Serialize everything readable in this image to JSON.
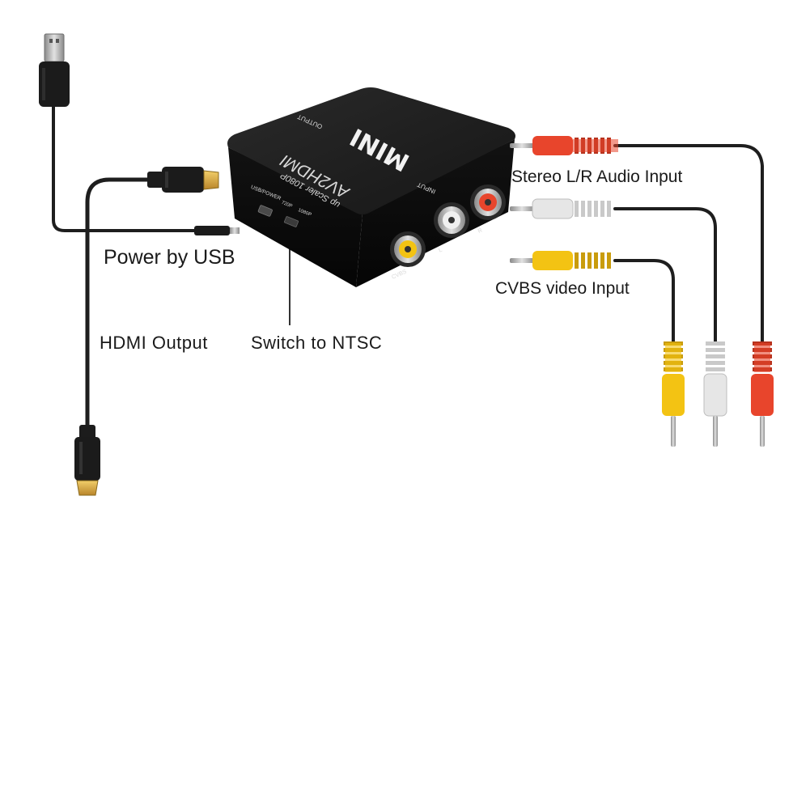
{
  "device": {
    "brand": "MINI",
    "model": "AV2HDMI",
    "subtitle": "up Scaler 1080P",
    "output_label": "OUTPUT",
    "input_label": "INPUT",
    "usb_power_label": "USB/POWER",
    "res_720_label": "720P",
    "res_1080_label": "1080P",
    "cvbs_port_label": "CVBS",
    "l_port_label": "L",
    "r_port_label": "R",
    "body_color": "#1c1c1c"
  },
  "callouts": {
    "stereo_audio": "Stereo L/R Audio Input",
    "cvbs_video": "CVBS video Input",
    "power_usb": "Power by USB",
    "hdmi_output": "HDMI Output",
    "switch_ntsc": "Switch to NTSC"
  },
  "colors": {
    "rca_red": "#e8452c",
    "rca_white": "#e6e6e6",
    "rca_yellow": "#f3c313",
    "hdmi_gold": "#d9a632",
    "cable": "#1e1e1e",
    "usb_silver": "#b8b8b8"
  },
  "icons": [
    "usb-plug-icon",
    "hdmi-plug-icon",
    "rca-plug-icon",
    "mini-usb-plug-icon"
  ]
}
